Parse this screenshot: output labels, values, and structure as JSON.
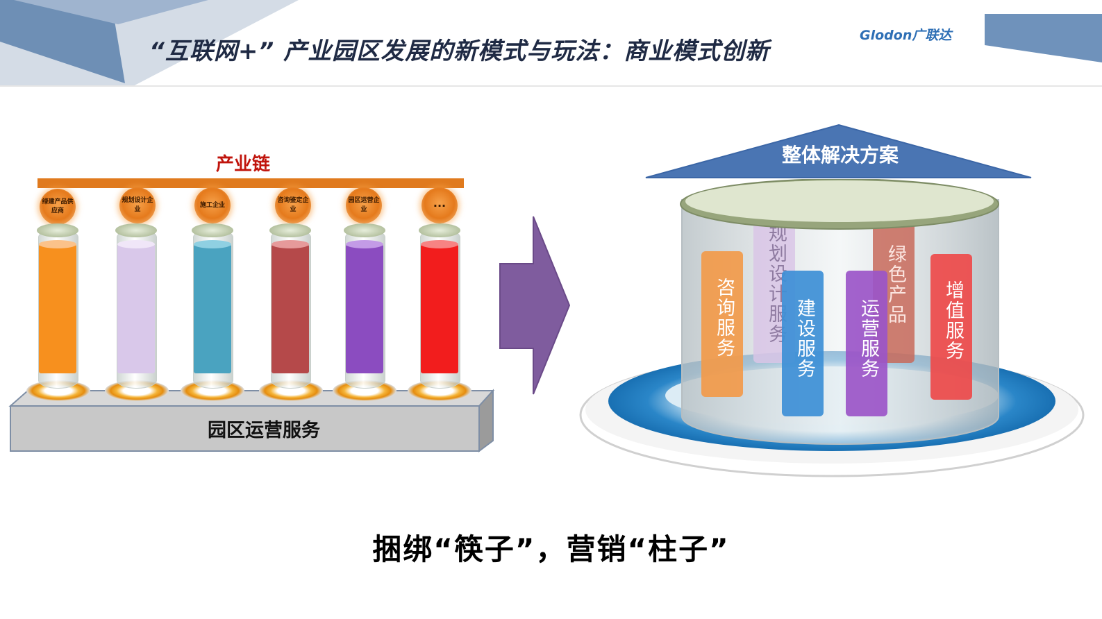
{
  "header": {
    "title": "“互联网+” 产业园区发展的新模式与玩法：商业模式创新",
    "logo": "Glodon广联达"
  },
  "left": {
    "chain_label": "产业链",
    "base_label": "园区运营服务",
    "badges": [
      {
        "label": "绿建产品供应商",
        "liquid": "#f7901e"
      },
      {
        "label": "规划设计企业",
        "liquid": "#d9c8ea"
      },
      {
        "label": "施工企业",
        "liquid": "#4aa3c0"
      },
      {
        "label": "咨询鉴定企业",
        "liquid": "#b5494a"
      },
      {
        "label": "园区运营企业",
        "liquid": "#8b4cc0"
      },
      {
        "label": "···",
        "liquid": "#f21d1d"
      }
    ]
  },
  "right": {
    "roof_label": "整体解决方案",
    "pillars": [
      {
        "label": "咨询服务",
        "color": "#f29a4a"
      },
      {
        "label": "规划设计服务",
        "color": "#d9c6e6"
      },
      {
        "label": "建设服务",
        "color": "#3d8fd6"
      },
      {
        "label": "运营服务",
        "color": "#9b55c8"
      },
      {
        "label": "绿色产品",
        "color": "#c86a5a"
      },
      {
        "label": "增值服务",
        "color": "#ee4a4a"
      }
    ]
  },
  "slogan": "捆绑“筷子”，营销“柱子”"
}
